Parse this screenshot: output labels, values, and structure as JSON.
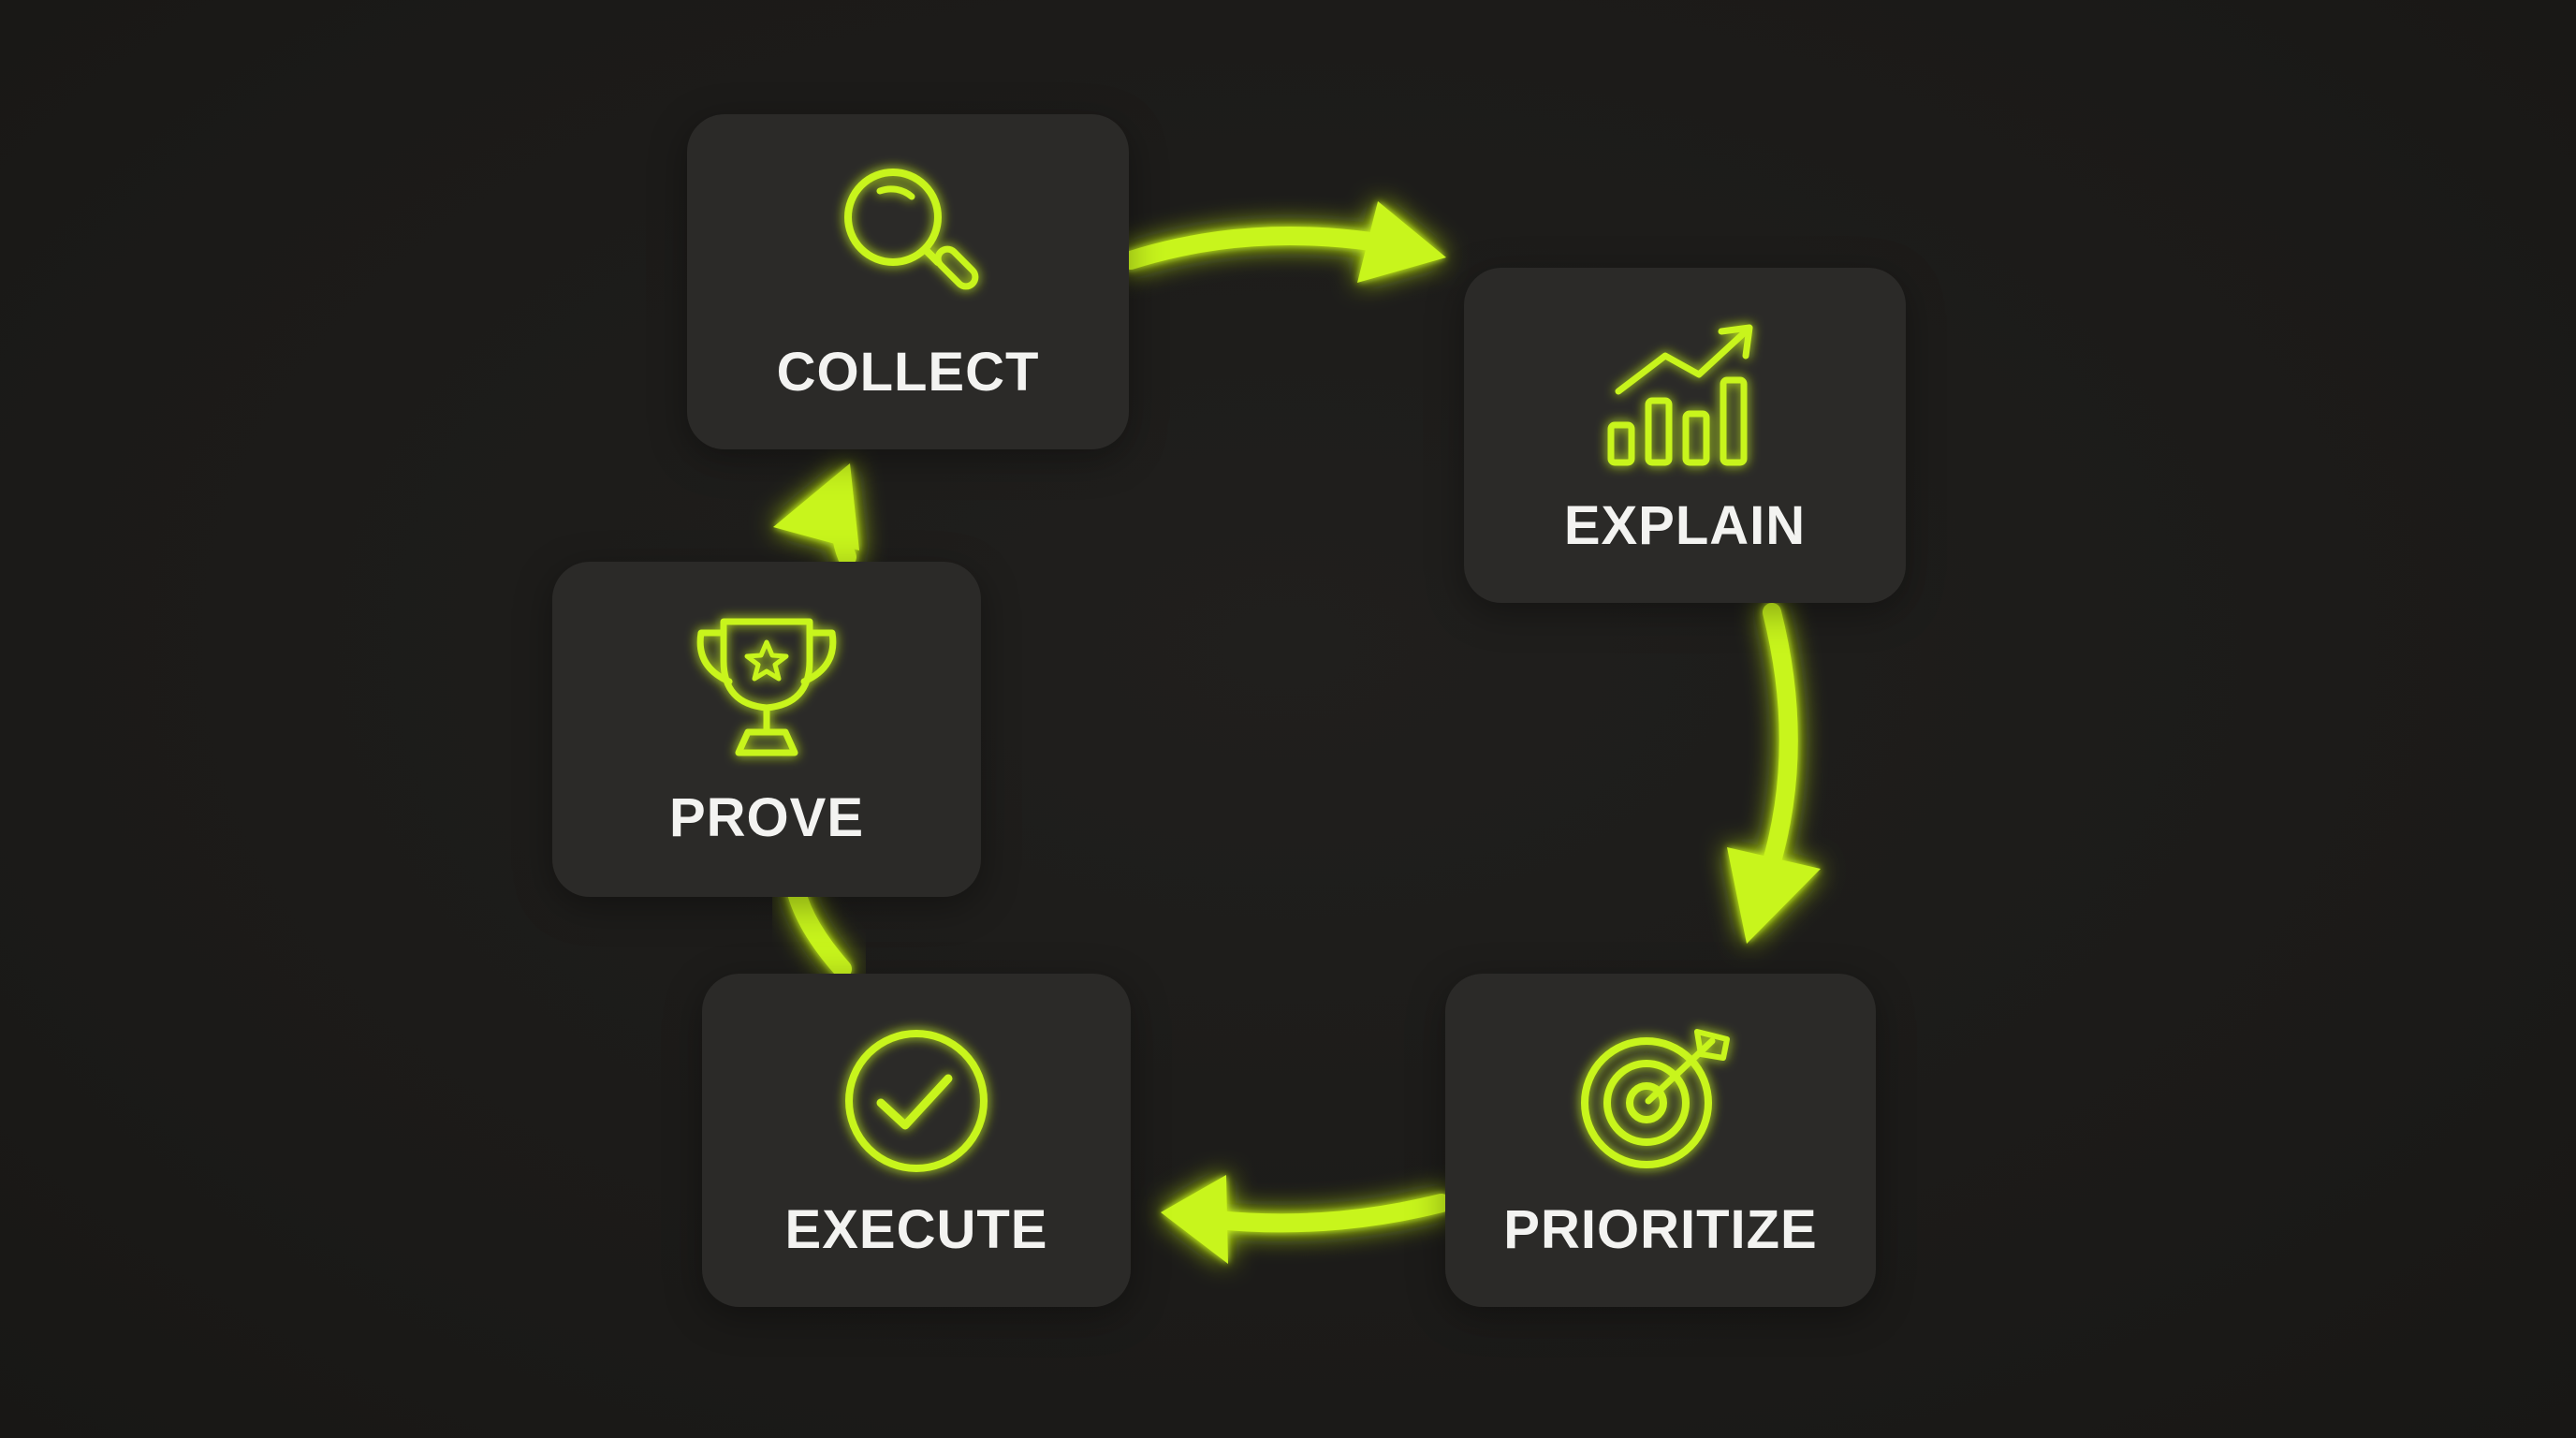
{
  "accent_color": "#c8f51c",
  "steps": [
    {
      "label": "COLLECT",
      "icon": "magnifying-glass-icon"
    },
    {
      "label": "EXPLAIN",
      "icon": "growth-chart-icon"
    },
    {
      "label": "PRIORITIZE",
      "icon": "target-icon"
    },
    {
      "label": "EXECUTE",
      "icon": "check-circle-icon"
    },
    {
      "label": "PROVE",
      "icon": "trophy-icon"
    }
  ]
}
